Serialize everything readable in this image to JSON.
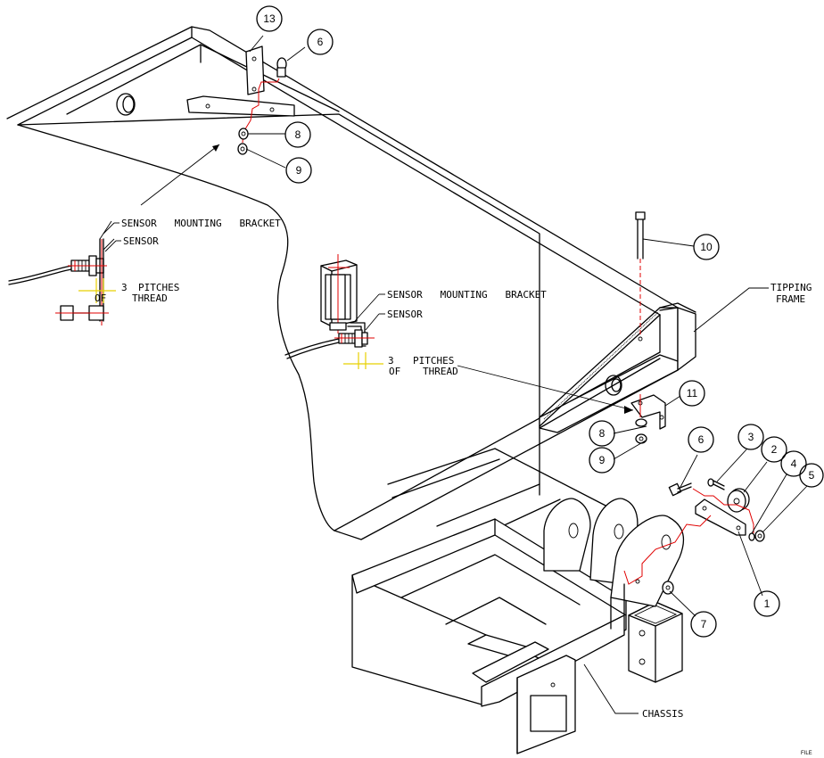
{
  "balloons": {
    "b1": "1",
    "b2": "2",
    "b3": "3",
    "b4": "4",
    "b5": "5",
    "b6a": "6",
    "b6b": "6",
    "b7": "7",
    "b8a": "8",
    "b8b": "8",
    "b9a": "9",
    "b9b": "9",
    "b10": "10",
    "b11": "11",
    "b13": "13"
  },
  "detail_left": {
    "bracket_label": "SENSOR   MOUNTING   BRACKET",
    "sensor_label": "SENSOR",
    "pitch_num": "3",
    "pitch_word1": "PITCHES",
    "pitch_word2": "OF",
    "pitch_word3": "THREAD"
  },
  "detail_right": {
    "bracket_label": "SENSOR   MOUNTING   BRACKET",
    "sensor_label": "SENSOR",
    "pitch_num": "3",
    "pitch_word1": "PITCHES",
    "pitch_word2": "OF",
    "pitch_word3": "THREAD"
  },
  "callouts": {
    "tipping_1": "TIPPING",
    "tipping_2": "FRAME",
    "chassis": "CHASSIS"
  },
  "footer": {
    "file_mark": "FILE"
  }
}
